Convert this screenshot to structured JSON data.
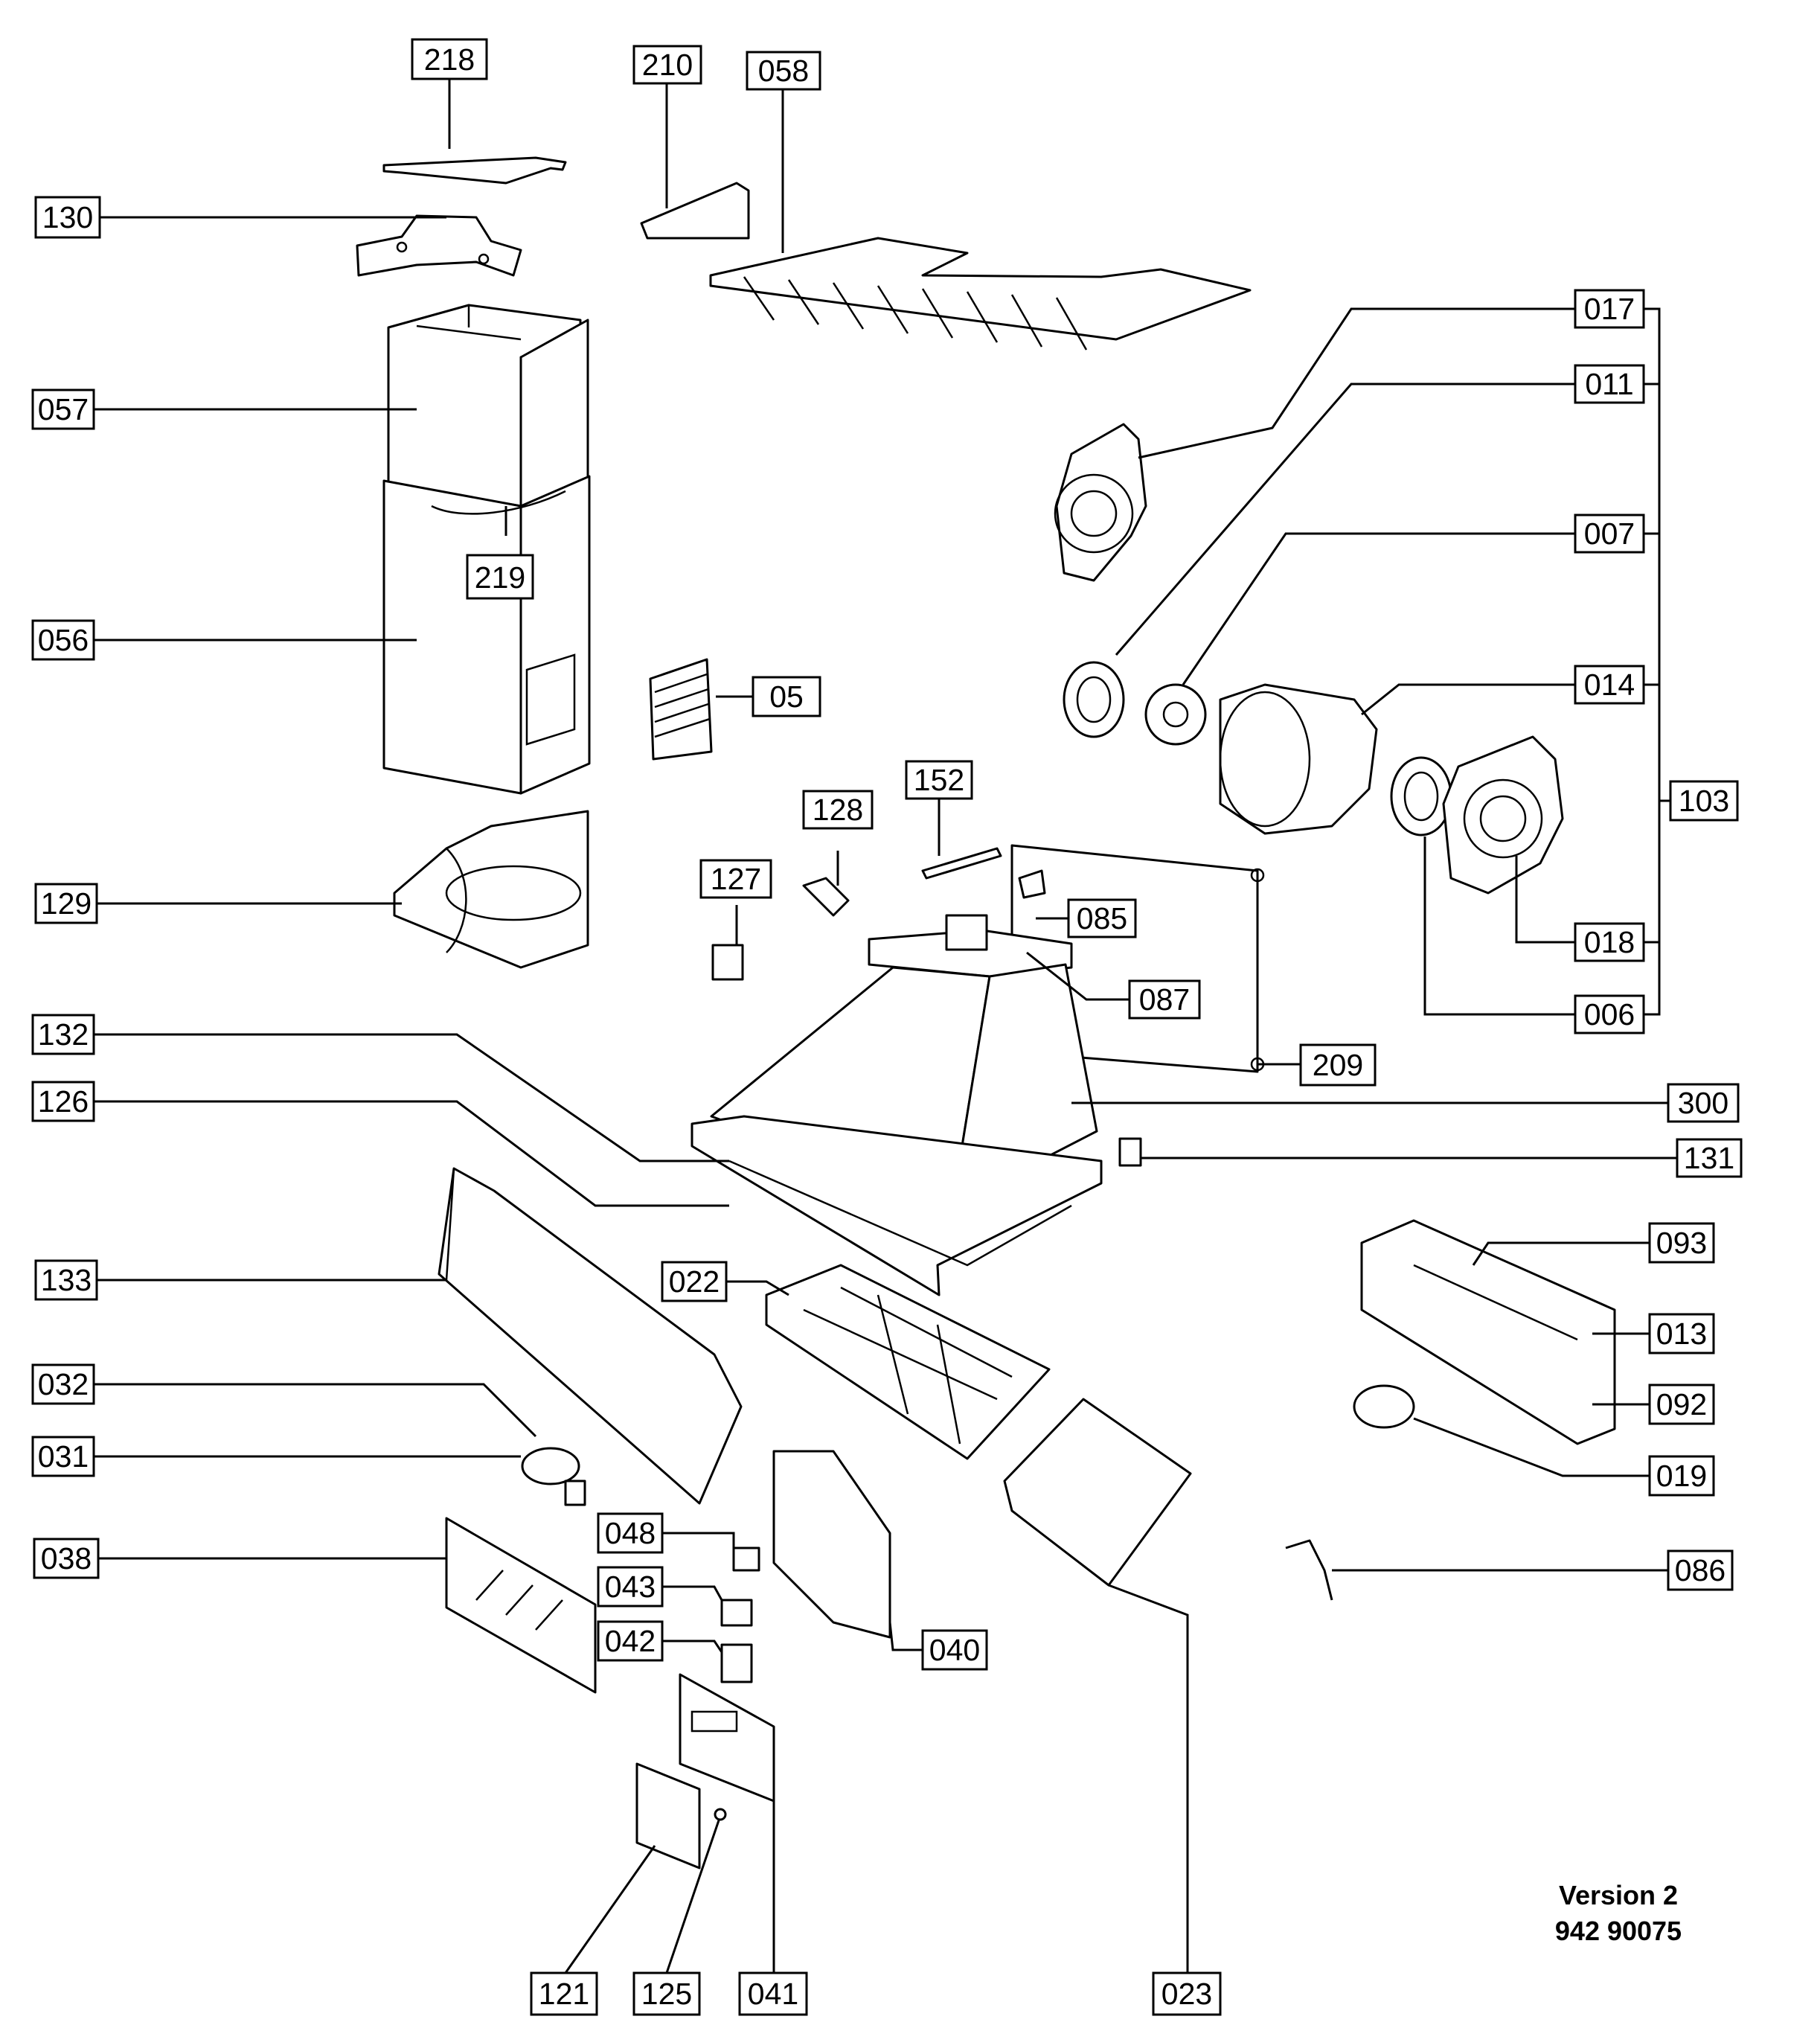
{
  "labels": {
    "p218": "218",
    "p210": "210",
    "p058": "058",
    "p130": "130",
    "p057": "057",
    "p219": "219",
    "p056": "056",
    "p05": "05",
    "p129": "129",
    "p017": "017",
    "p011": "011",
    "p007": "007",
    "p014": "014",
    "p103": "103",
    "p018": "018",
    "p006": "006",
    "p152": "152",
    "p128": "128",
    "p127": "127",
    "p085": "085",
    "p087": "087",
    "p209": "209",
    "p132": "132",
    "p126": "126",
    "p300": "300",
    "p131": "131",
    "p133": "133",
    "p022": "022",
    "p093": "093",
    "p013": "013",
    "p092": "092",
    "p019": "019",
    "p032": "032",
    "p031": "031",
    "p038": "038",
    "p048": "048",
    "p043": "043",
    "p042": "042",
    "p040": "040",
    "p086": "086",
    "p121": "121",
    "p125": "125",
    "p041": "041",
    "p023": "023"
  },
  "footer": {
    "version": "Version 2",
    "number": "942 90075"
  }
}
